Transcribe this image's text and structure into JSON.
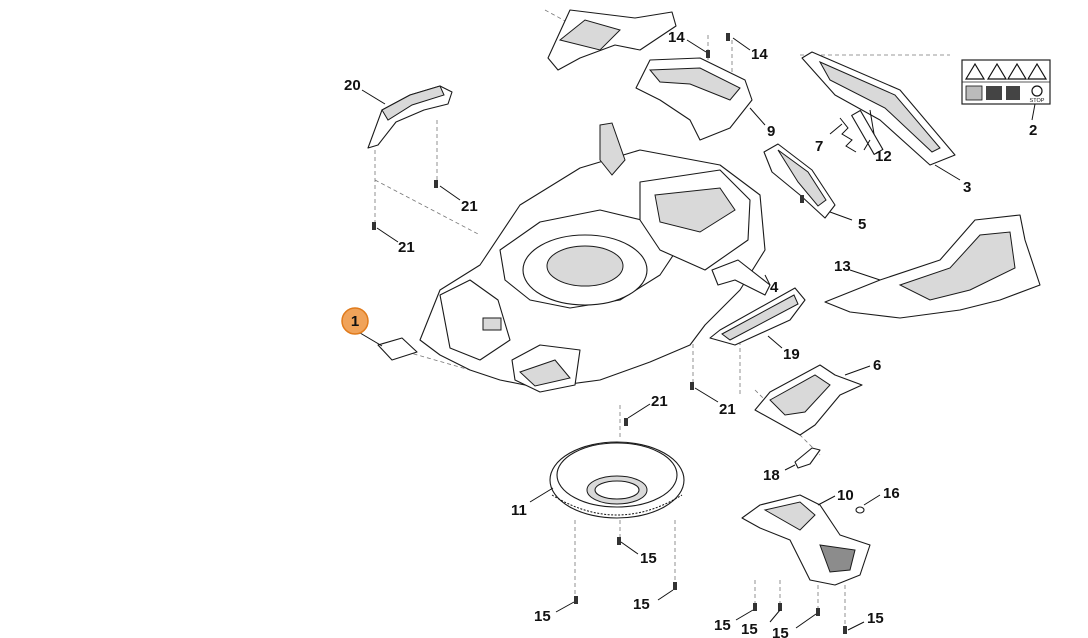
{
  "highlight_color": "#f0a35a",
  "highlight_stroke": "#e07b1c",
  "highlighted_part": "1",
  "callouts": {
    "c1": "1",
    "c2": "2",
    "c3": "3",
    "c4": "4",
    "c5": "5",
    "c6": "6",
    "c7": "7",
    "c9": "9",
    "c10": "10",
    "c11": "11",
    "c12": "12",
    "c13": "13",
    "c14a": "14",
    "c14b": "14",
    "c15a": "15",
    "c15b": "15",
    "c15c": "15",
    "c15d": "15",
    "c15e": "15",
    "c15f": "15",
    "c15g": "15",
    "c16": "16",
    "c18": "18",
    "c19": "19",
    "c20": "20",
    "c21a": "21",
    "c21b": "21",
    "c21c": "21",
    "c21d": "21"
  },
  "label_plate": {
    "bottom_text": "STOP"
  }
}
